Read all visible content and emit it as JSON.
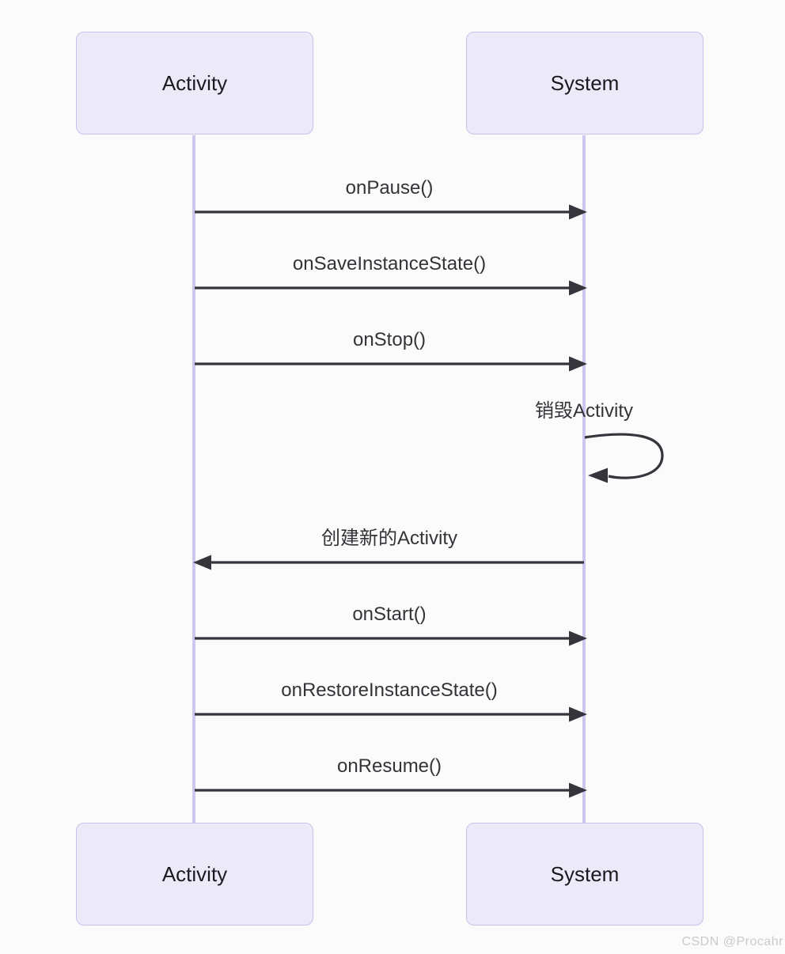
{
  "diagram": {
    "type": "sequence",
    "participants": [
      {
        "id": "activity",
        "label": "Activity"
      },
      {
        "id": "system",
        "label": "System"
      }
    ],
    "messages": [
      {
        "from": "activity",
        "to": "system",
        "label": "onPause()",
        "direction": "right"
      },
      {
        "from": "activity",
        "to": "system",
        "label": "onSaveInstanceState()",
        "direction": "right"
      },
      {
        "from": "activity",
        "to": "system",
        "label": "onStop()",
        "direction": "right"
      },
      {
        "from": "system",
        "to": "system",
        "label": "销毁Activity",
        "direction": "self"
      },
      {
        "from": "system",
        "to": "activity",
        "label": "创建新的Activity",
        "direction": "left"
      },
      {
        "from": "activity",
        "to": "system",
        "label": "onStart()",
        "direction": "right"
      },
      {
        "from": "activity",
        "to": "system",
        "label": "onRestoreInstanceState()",
        "direction": "right"
      },
      {
        "from": "activity",
        "to": "system",
        "label": "onResume()",
        "direction": "right"
      }
    ],
    "colors": {
      "participant_fill": "#eceaf8",
      "participant_border": "#c9c2ea",
      "lifeline": "#cdc6ee",
      "arrow": "#35353b",
      "label_text": "#333338",
      "participant_text": "#1a1a1e",
      "background": "#fbfbfc"
    }
  },
  "watermark": "CSDN @Procahr"
}
